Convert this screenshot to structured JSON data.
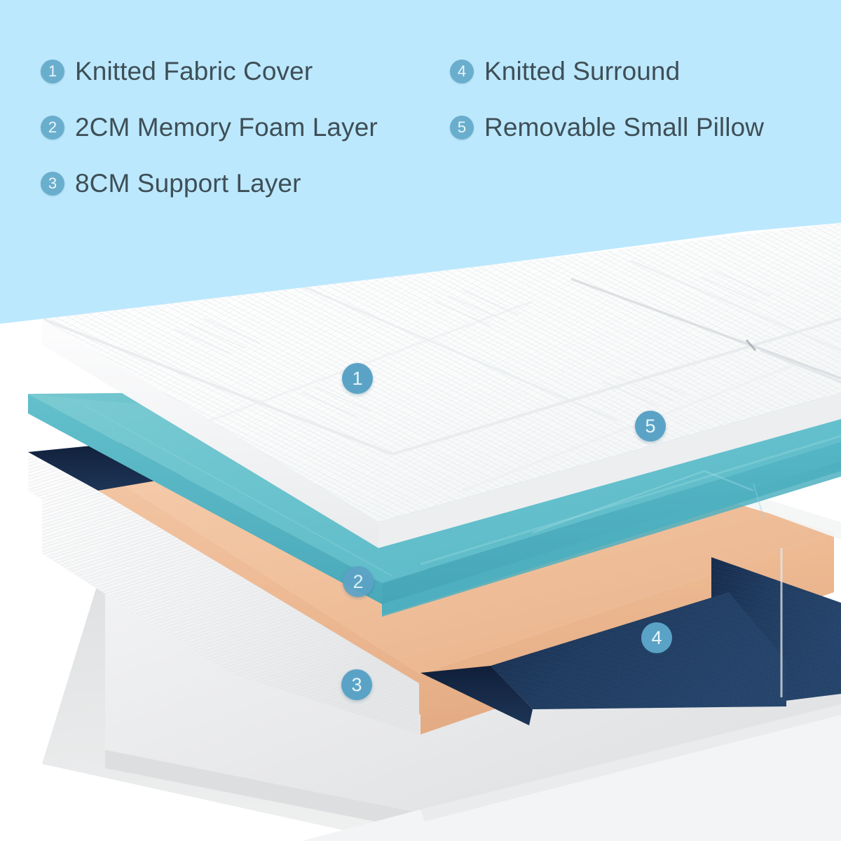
{
  "background_color": "#bce8fd",
  "legend": {
    "left_column": [
      {
        "number": "1",
        "label": "Knitted Fabric Cover"
      },
      {
        "number": "2",
        "label": "2CM Memory Foam Layer"
      },
      {
        "number": "3",
        "label": "8CM Support Layer"
      }
    ],
    "right_column": [
      {
        "number": "4",
        "label": "Knitted Surround"
      },
      {
        "number": "5",
        "label": "Removable Small Pillow"
      }
    ],
    "badge_color": "#6aaecd",
    "text_color": "#3e4f57"
  },
  "product": {
    "name": "layered mattress cutaway",
    "callouts": [
      {
        "number": "1",
        "refers_to": "Knitted Fabric Cover"
      },
      {
        "number": "2",
        "refers_to": "2CM Memory Foam Layer"
      },
      {
        "number": "3",
        "refers_to": "8CM Support Layer"
      },
      {
        "number": "4",
        "refers_to": "Knitted Surround"
      },
      {
        "number": "5",
        "refers_to": "Removable Small Pillow"
      }
    ],
    "layers": [
      {
        "name": "knitted-fabric-cover",
        "color": "#f7f8f9"
      },
      {
        "name": "memory-foam-layer",
        "color": "#5cbccb"
      },
      {
        "name": "support-layer",
        "color": "#f2c3a0"
      },
      {
        "name": "knitted-surround",
        "color": "#1d3557"
      },
      {
        "name": "base-platform",
        "color": "#e9eaec"
      }
    ],
    "callout_badge_color": "#5ba3c6"
  }
}
